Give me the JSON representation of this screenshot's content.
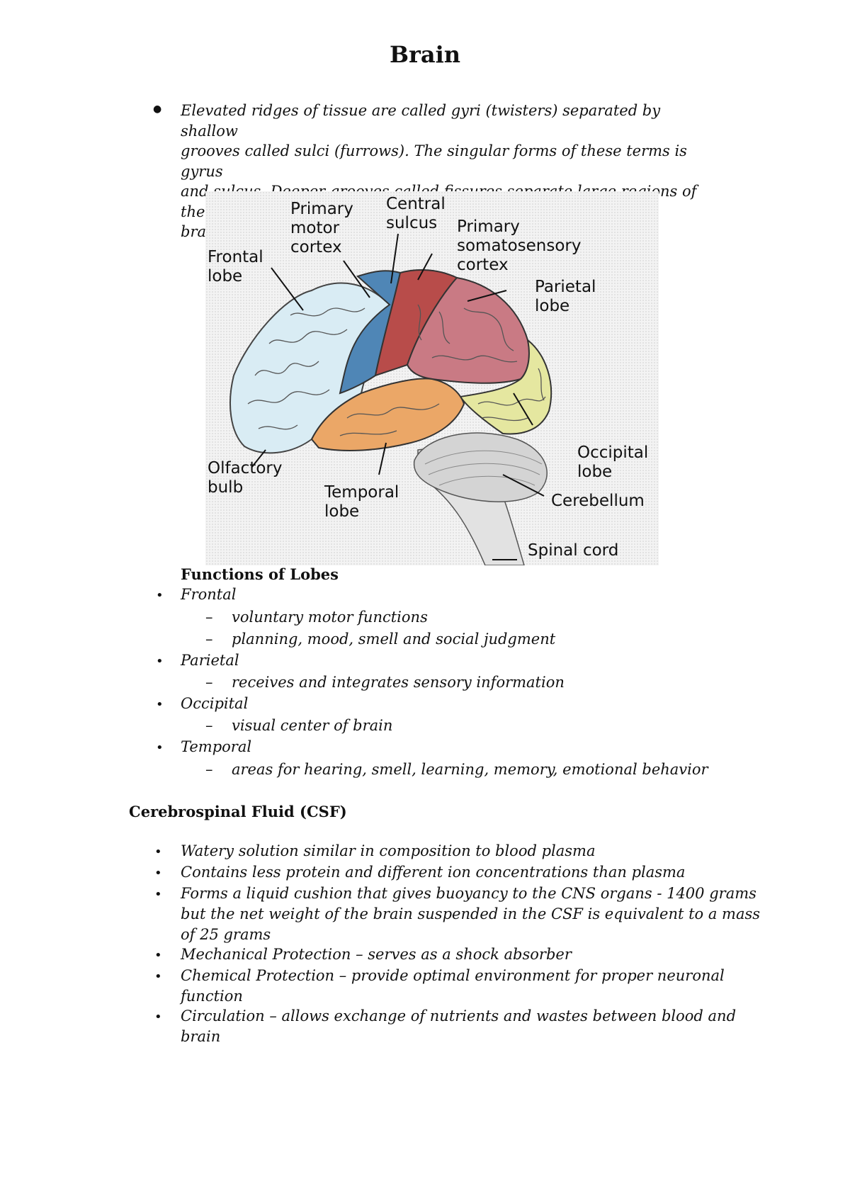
{
  "title": "Brain",
  "intro": {
    "lines": [
      "Elevated ridges of tissue are called gyri (twisters) separated by shallow",
      "grooves called sulci (furrows). The singular forms of these terms is gyrus",
      "and sulcus. Deeper grooves called fissures separate large regions of the",
      "brain"
    ]
  },
  "diagram": {
    "labels": {
      "primary_motor": [
        "Primary",
        "motor",
        "cortex"
      ],
      "central_sulcus": [
        "Central",
        "sulcus"
      ],
      "primary_somato": [
        "Primary",
        "somatosensory",
        "cortex"
      ],
      "frontal": [
        "Frontal",
        "lobe"
      ],
      "parietal": [
        "Parietal",
        "lobe"
      ],
      "occipital": [
        "Occipital",
        "lobe"
      ],
      "olfactory": [
        "Olfactory",
        "bulb"
      ],
      "temporal": [
        "Temporal",
        "lobe"
      ],
      "cerebellum": "Cerebellum",
      "spinal_cord": "Spinal cord"
    },
    "colors": {
      "frontal": "#d9ecf4",
      "motor": "#4f86b6",
      "somato": "#b84c4a",
      "parietal": "#c97a84",
      "occipital": "#e5e7a0",
      "temporal": "#eba767",
      "cerebellum": "#d4d4d4",
      "spinal": "#e2e2e2"
    }
  },
  "functions": {
    "heading": "Functions of Lobes",
    "lobes": [
      {
        "name": "Frontal",
        "items": [
          "voluntary motor functions",
          "planning, mood, smell and social judgment"
        ]
      },
      {
        "name": "Parietal",
        "items": [
          "receives and integrates sensory information"
        ]
      },
      {
        "name": "Occipital",
        "items": [
          "visual center of brain"
        ]
      },
      {
        "name": "Temporal",
        "items": [
          "areas for hearing, smell, learning, memory, emotional behavior"
        ]
      }
    ]
  },
  "csf": {
    "heading": "Cerebrospinal Fluid (CSF)",
    "items": [
      [
        "Watery solution similar in composition to blood plasma"
      ],
      [
        "Contains less protein and different ion concentrations than plasma"
      ],
      [
        "Forms a liquid cushion that gives buoyancy to the CNS organs - 1400 grams",
        "but the net weight of the brain suspended in the CSF is equivalent to a mass",
        "of 25 grams"
      ],
      [
        " Mechanical Protection – serves as a shock absorber"
      ],
      [
        " Chemical Protection – provide optimal environment for proper neuronal",
        "function"
      ],
      [
        " Circulation – allows exchange of nutrients and wastes between blood and",
        "brain"
      ]
    ]
  }
}
